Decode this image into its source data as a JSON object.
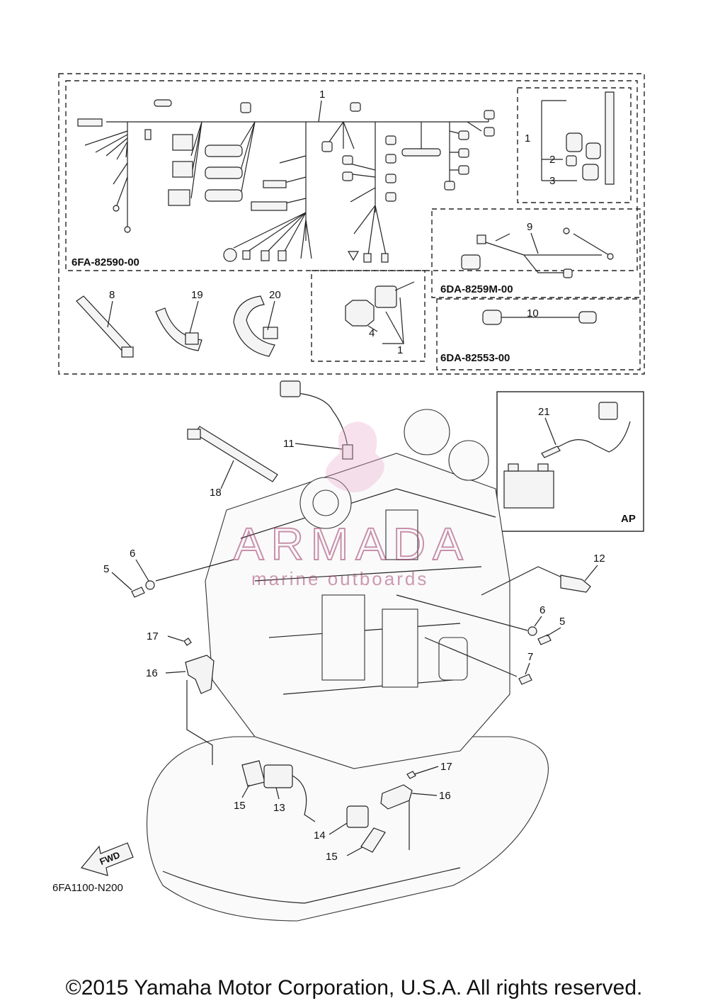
{
  "diagram": {
    "part_codes": {
      "main_harness": "6FA-82590-00",
      "sub_harness_9": "6DA-8259M-00",
      "sub_harness_10": "6DA-82553-00",
      "figure_code": "6FA1100-N200"
    },
    "callouts": {
      "c1_main": "1",
      "c1_inset": "1",
      "c2_inset": "2",
      "c3_inset": "3",
      "c4": "4",
      "c1_kit": "1",
      "c8": "8",
      "c19": "19",
      "c20": "20",
      "c9": "9",
      "c10": "10",
      "c11": "11",
      "c18": "18",
      "c21": "21",
      "c12": "12",
      "c5_left": "5",
      "c6_left": "6",
      "c6_right": "6",
      "c5_right": "5",
      "c7": "7",
      "c17_left": "17",
      "c16_left": "16",
      "c17_right": "17",
      "c16_right": "16",
      "c15_left": "15",
      "c13": "13",
      "c14": "14",
      "c15_right": "15"
    },
    "inset_ap_label": "AP",
    "fwd_label": "FWD",
    "watermark": {
      "title": "ARMADA",
      "subtitle": "marine outboards"
    },
    "copyright": "©2015 Yamaha Motor Corporation, U.S.A. All rights reserved."
  }
}
